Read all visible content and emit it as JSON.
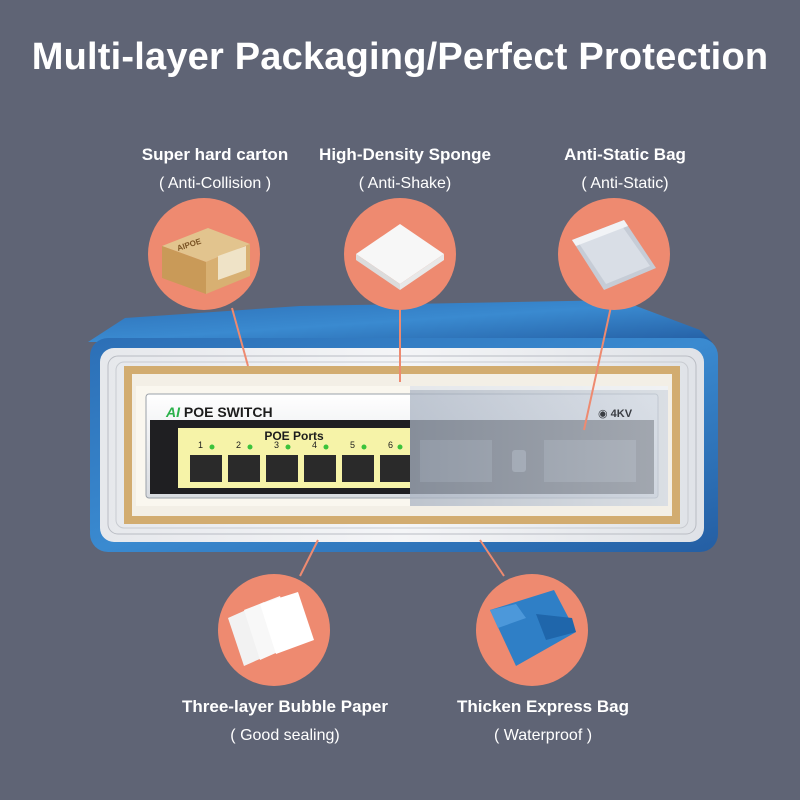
{
  "title": "Multi-layer Packaging/Perfect Protection",
  "items": [
    {
      "name": "Super hard carton",
      "sub": "( Anti-Collision )"
    },
    {
      "name": "High-Density Sponge",
      "sub": "( Anti-Shake)"
    },
    {
      "name": "Anti-Static Bag",
      "sub": "( Anti-Static)"
    },
    {
      "name": "Three-layer Bubble Paper",
      "sub": "( Good sealing)"
    },
    {
      "name": "Thicken Express Bag",
      "sub": "( Waterproof )"
    }
  ],
  "product": {
    "brand": "AI",
    "model": "POE SWITCH",
    "ports_label": "POE Ports",
    "port_numbers": [
      "1",
      "2",
      "3",
      "4",
      "5",
      "6"
    ],
    "surge_label": "4KV",
    "carton_logo": "AIPOE"
  },
  "colors": {
    "background": "#5f6475",
    "accent_circle": "#ee8a70",
    "bag_blue": "#2f7fc6",
    "carton": "#c9a064",
    "port_panel": "#f6f3a8"
  },
  "icons": [
    "carton-icon",
    "sponge-icon",
    "antistatic-bag-icon",
    "bubble-paper-icon",
    "express-bag-icon"
  ]
}
